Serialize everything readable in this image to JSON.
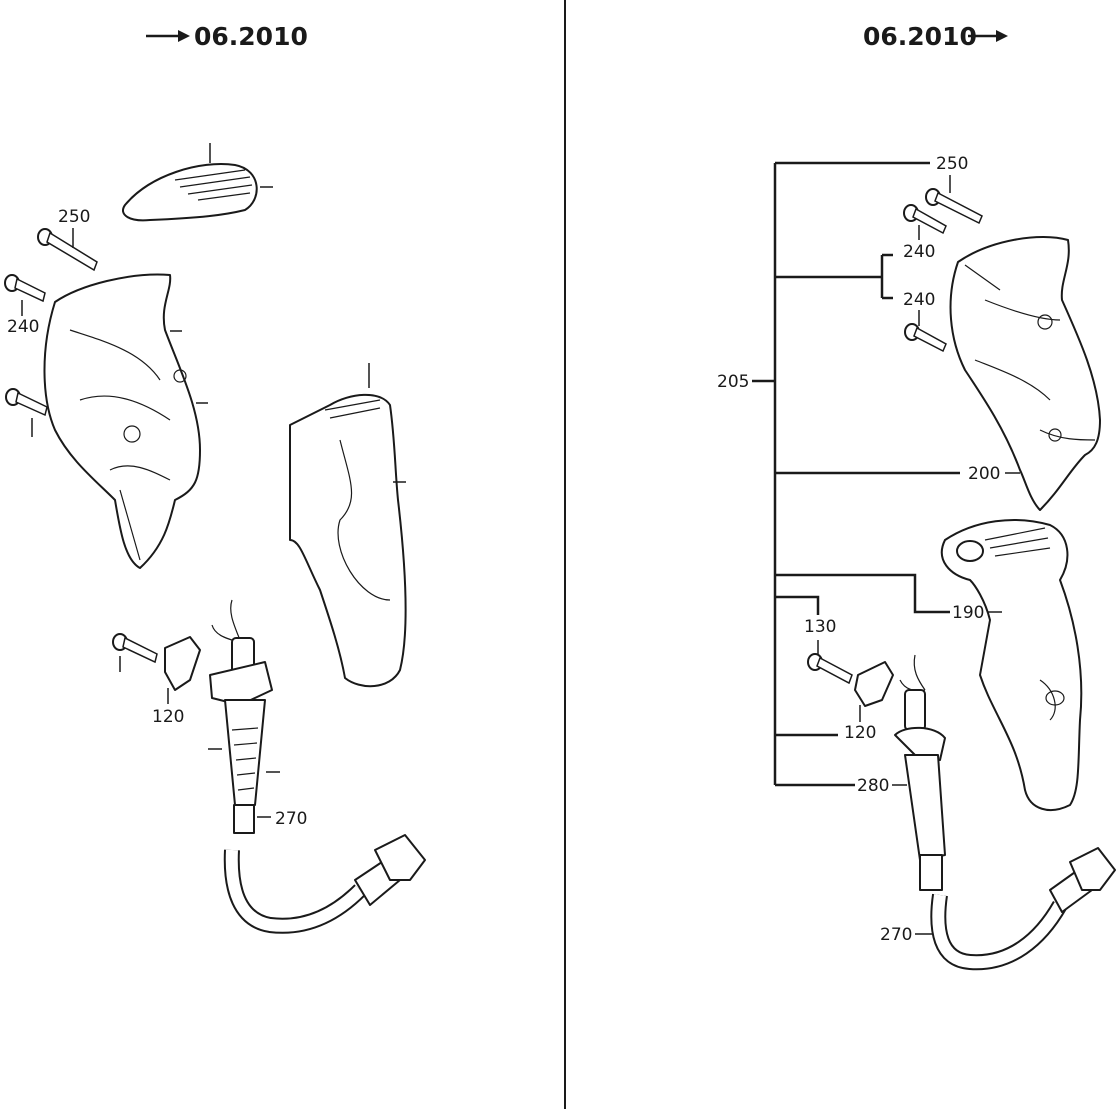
{
  "left_panel": {
    "header": "06.2010",
    "header_arrow": "arrow-before",
    "labels": {
      "screw_long": "250",
      "screw_short": "240",
      "clamp": "120",
      "cable": "270"
    }
  },
  "right_panel": {
    "header": "06.2010",
    "header_arrow": "arrow-after",
    "labels": {
      "screw_long": "250",
      "screw_upper": "240",
      "screw_lower": "240",
      "housing_set": "205",
      "housing_half": "200",
      "handle_shell": "190",
      "clamp_screw": "130",
      "clamp": "120",
      "cable_sleeve": "280",
      "cable": "270"
    }
  },
  "colors": {
    "ink": "#1a1a1a",
    "background": "#ffffff"
  }
}
